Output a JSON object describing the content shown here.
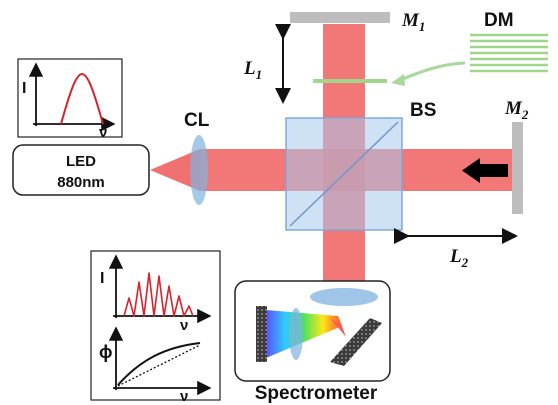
{
  "labels": {
    "m1": "M",
    "m1_sub": "1",
    "m2": "M",
    "m2_sub": "2",
    "l1": "L",
    "l1_sub": "1",
    "l2": "L",
    "l2_sub": "2",
    "dm": "DM",
    "bs": "BS",
    "cl": "CL",
    "led_line1": "LED",
    "led_line2": "880nm",
    "spectrometer": "Spectrometer"
  },
  "plots": {
    "source": {
      "y_axis": "I",
      "x_axis": "ν"
    },
    "interferogram": {
      "y_axis": "I",
      "x_axis": "ν"
    },
    "phase": {
      "y_axis": "ϕ",
      "x_axis": "ν"
    }
  },
  "colors": {
    "beam": "#f06060",
    "optic_blue": "#7fb2e0",
    "mirror_gray": "#bdbdbd",
    "dm_green": "#9fd68a",
    "curve_red": "#d9232a"
  }
}
